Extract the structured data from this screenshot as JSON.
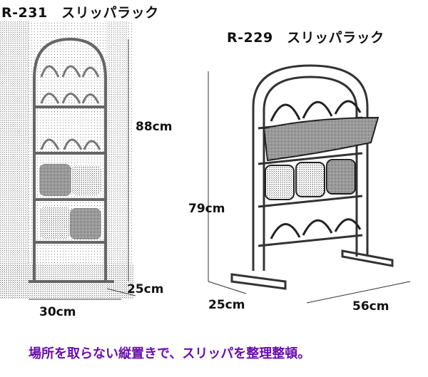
{
  "left_product": {
    "model_label": "R-231　スリッパラック",
    "height_label": "88cm",
    "depth_label": "25cm",
    "width_label": "30cm"
  },
  "right_product": {
    "model_label": "R-229　スリッパラック",
    "height_label": "79cm",
    "depth_label": "25cm",
    "width_label": "56cm"
  },
  "caption": "場所を取らない縦置きで、スリッパを整理整頓。",
  "colors": {
    "caption": "#6a0dad",
    "text": "#111111"
  }
}
